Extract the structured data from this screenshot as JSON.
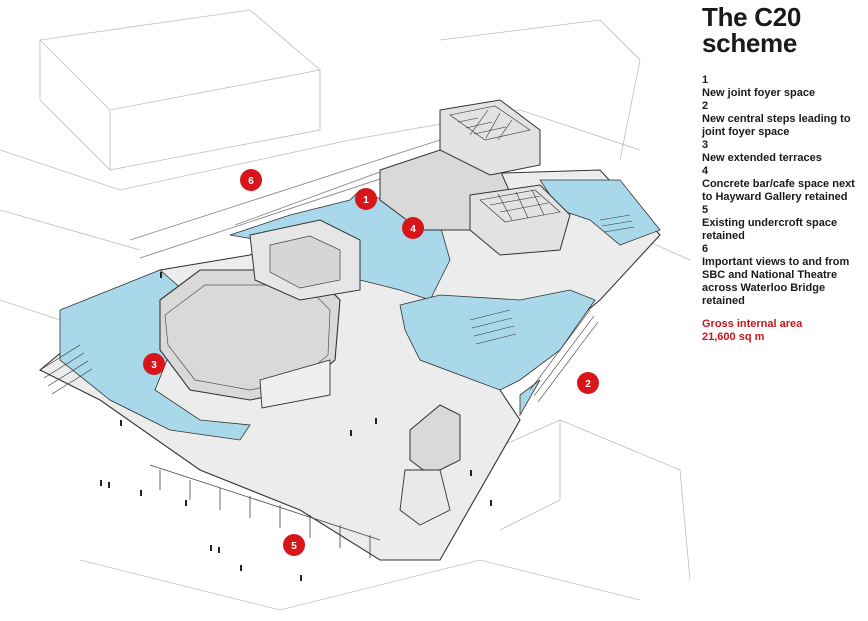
{
  "title_line1": "The C20",
  "title_line2": "scheme",
  "items": [
    {
      "num": "1",
      "text": "New joint foyer space"
    },
    {
      "num": "2",
      "text": "New central steps leading to joint foyer space"
    },
    {
      "num": "3",
      "text": "New extended terraces"
    },
    {
      "num": "4",
      "text": "Concrete bar/cafe space next to Hayward Gallery retained"
    },
    {
      "num": "5",
      "text": "Existing undercroft space retained"
    },
    {
      "num": "6",
      "text": "Important views to and from SBC and National Theatre across Waterloo Bridge retained"
    }
  ],
  "area_label": "Gross internal area",
  "area_value": "21,600 sq m",
  "markers": [
    "1",
    "2",
    "3",
    "4",
    "5",
    "6"
  ],
  "colors": {
    "marker": "#d8151b",
    "water_blue": "#a9d8ea",
    "roof_grey": "#d9d9d9",
    "line": "#333333"
  }
}
